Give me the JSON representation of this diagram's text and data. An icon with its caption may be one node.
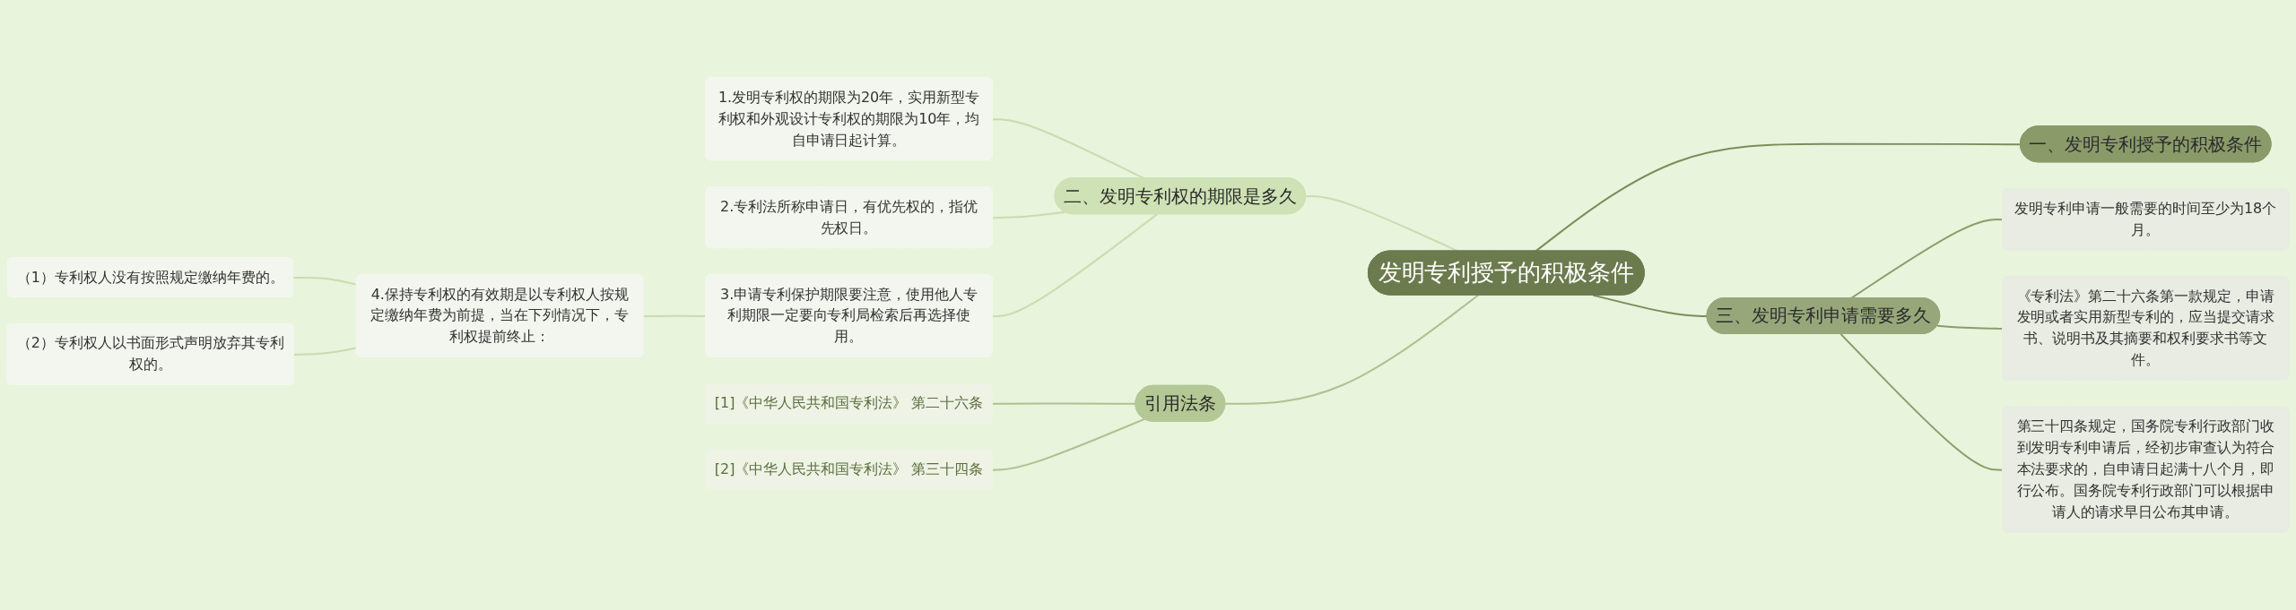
{
  "diagram": {
    "nodes": [
      {
        "text": [
          "发明专利授予的积极条件"
        ]
      },
      {
        "text": [
          "一、发明专利授予的积极条件"
        ]
      },
      {
        "text": [
          "二、发明专利权的期限是多久"
        ]
      },
      {
        "text": [
          "1.发明专利权的期限为20年，实用新型专利权和外观设计专利权的期限为10年，均自申请日起计算。"
        ]
      },
      {
        "text": [
          "2.专利法所称申请日，有优先权的，指优先权日。"
        ]
      },
      {
        "text": [
          "3.申请专利保护期限要注意，使用他人专利期限一定要向专利局检索后再选择使用。"
        ]
      },
      {
        "text": [
          "4.保持专利权的有效期是以专利权人按规定缴纳年费为前提，当在下列情况下，专利权提前终止："
        ]
      },
      {
        "text": [
          "（1）专利权人没有按照规定缴纳年费的。"
        ]
      },
      {
        "text": [
          "（2）专利权人以书面形式声明放弃其专利权的。"
        ]
      },
      {
        "text": [
          "三、发明专利申请需要多久"
        ]
      },
      {
        "text": [
          "发明专利申请一般需要的时间至少为18个月。"
        ]
      },
      {
        "text": [
          "《专利法》第二十六条第一款规定，申请发明或者实用新型专利的，应当提交请求书、说明书及其摘要和权利要求书等文件。"
        ]
      },
      {
        "text": [
          "第三十四条规定，国务院专利行政部门收到发明专利申请后，经初步审查认为符合本法要求的，自申请日起满十八个月，即行公布。国务院专利行政部门可以根据申请人的请求早日公布其申请。"
        ]
      },
      {
        "text": [
          "引用法条"
        ]
      },
      {
        "text": [
          "[1]《中华人民共和国专利法》 第二十六条"
        ]
      },
      {
        "text": [
          "[2]《中华人民共和国专利法》 第三十四条"
        ]
      }
    ],
    "edges": [
      {
        "from": 0,
        "to": 1,
        "arrow": "none",
        "color": "#7d8c5a"
      },
      {
        "from": 2,
        "to": 0,
        "arrow": "none"
      },
      {
        "from": 3,
        "to": 2,
        "arrow": "none"
      },
      {
        "from": 4,
        "to": 2,
        "arrow": "none"
      },
      {
        "from": 5,
        "to": 2,
        "arrow": "none"
      },
      {
        "from": 6,
        "to": 5,
        "arrow": "none"
      },
      {
        "from": 7,
        "to": 6,
        "arrow": "none"
      },
      {
        "from": 8,
        "to": 6,
        "arrow": "none"
      },
      {
        "from": 0,
        "to": 9,
        "arrow": "none",
        "color": "#7d8c5a"
      },
      {
        "from": 9,
        "to": 10,
        "arrow": "none",
        "color": "#8e9c6c"
      },
      {
        "from": 9,
        "to": 11,
        "arrow": "none",
        "color": "#8e9c6c"
      },
      {
        "from": 9,
        "to": 12,
        "arrow": "none",
        "color": "#8e9c6c"
      },
      {
        "from": 13,
        "to": 0,
        "arrow": "none",
        "color": "#afc191"
      },
      {
        "from": 14,
        "to": 13,
        "arrow": "none",
        "color": "#afc191"
      },
      {
        "from": 15,
        "to": 13,
        "arrow": "none",
        "color": "#afc191"
      }
    ]
  }
}
